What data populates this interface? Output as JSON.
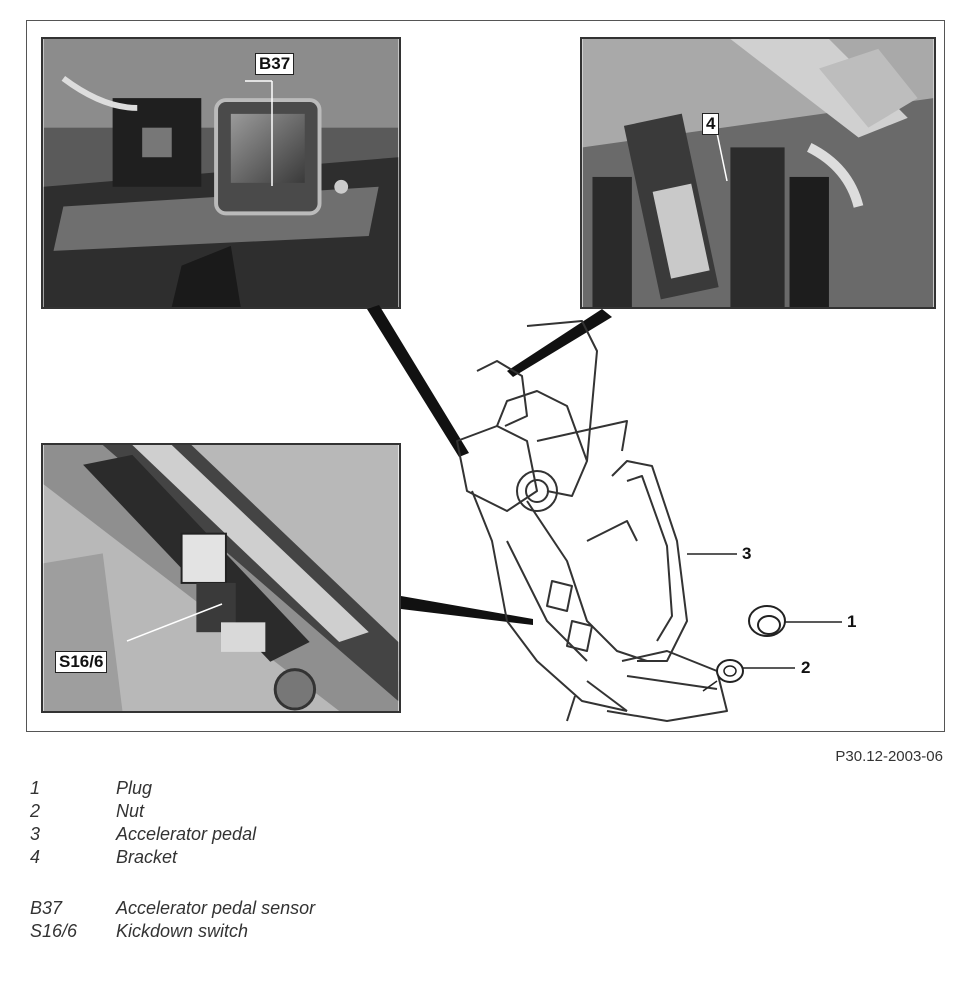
{
  "figure": {
    "labels": {
      "b37": "B37",
      "four": "4",
      "s16_6": "S16/6",
      "one": "1",
      "two": "2",
      "three": "3"
    },
    "code": "P30.12-2003-06"
  },
  "legend": {
    "parts": [
      {
        "key": "1",
        "label": "Plug"
      },
      {
        "key": "2",
        "label": "Nut"
      },
      {
        "key": "3",
        "label": "Accelerator pedal"
      },
      {
        "key": "4",
        "label": "Bracket"
      }
    ],
    "components": [
      {
        "key": "B37",
        "label": "Accelerator pedal sensor"
      },
      {
        "key": "S16/6",
        "label": "Kickdown switch"
      }
    ]
  }
}
